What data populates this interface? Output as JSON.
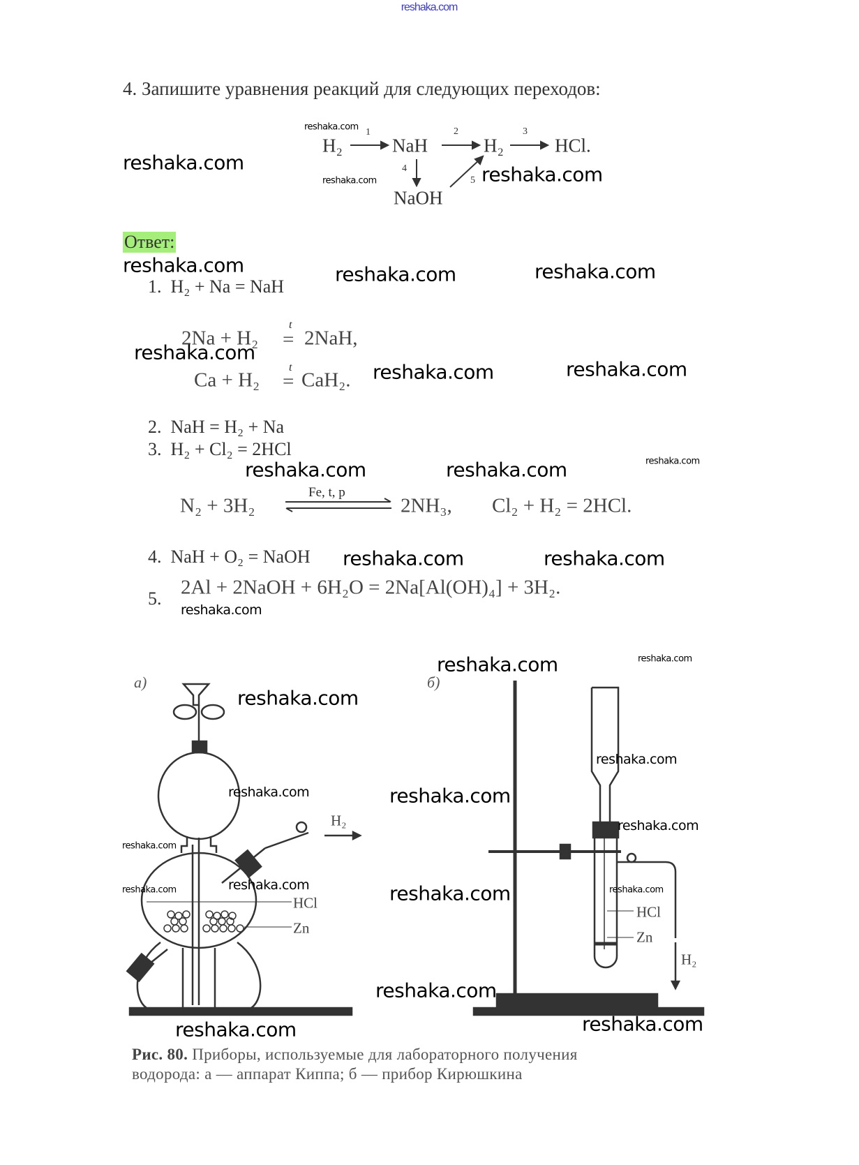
{
  "header": {
    "site_link": "reshaka.com"
  },
  "task": {
    "title": "4. Запишите уравнения реакций для следующих переходов:",
    "scheme": {
      "h2_start": "H₂",
      "nah": "NaH",
      "h2_mid": "H₂",
      "hcl": "HCl.",
      "naoh": "NaOH",
      "step1": "1",
      "step2": "2",
      "step3": "3",
      "step4": "4",
      "step5": "5"
    }
  },
  "answer": {
    "label": "Ответ:",
    "lines": [
      {
        "num": "1.",
        "text": "H₂ + Na = NaH"
      },
      {
        "num": "2.",
        "text": "NaH = H₂ + Na"
      },
      {
        "num": "3.",
        "text": "H₂ + Cl₂ = 2HCl"
      },
      {
        "num": "4.",
        "text": "NaH + O₂ = NaOH"
      },
      {
        "num": "5.",
        "text": "2Al + 2NaOH + 6H₂O = 2Na[Al(OH)₄] + 3H₂."
      }
    ],
    "book_eq": {
      "na_left": "2Na + H₂",
      "na_cond": "t",
      "na_right": "2NaH,",
      "ca_left": "Ca + H₂",
      "ca_cond": "t",
      "ca_right": "CaH₂.",
      "n2_left": "N₂ + 3H₂",
      "n2_cond": "Fe, t, p",
      "n2_right": "2NH₃,",
      "cl_eq": "Cl₂ + H₂ = 2HCl."
    }
  },
  "figure": {
    "label_a": "а)",
    "label_b": "б)",
    "a_h2": "H₂",
    "a_hcl": "HCl",
    "a_zn": "Zn",
    "b_hcl": "HCl",
    "b_zn": "Zn",
    "b_h2": "H₂",
    "caption_bold": "Рис. 80.",
    "caption_line1": " Приборы, используемые для лабораторного  получения",
    "caption_line2": "водорода: а — аппарат Киппа; б — прибор Кирюшкина"
  },
  "watermark": "reshaka.com"
}
